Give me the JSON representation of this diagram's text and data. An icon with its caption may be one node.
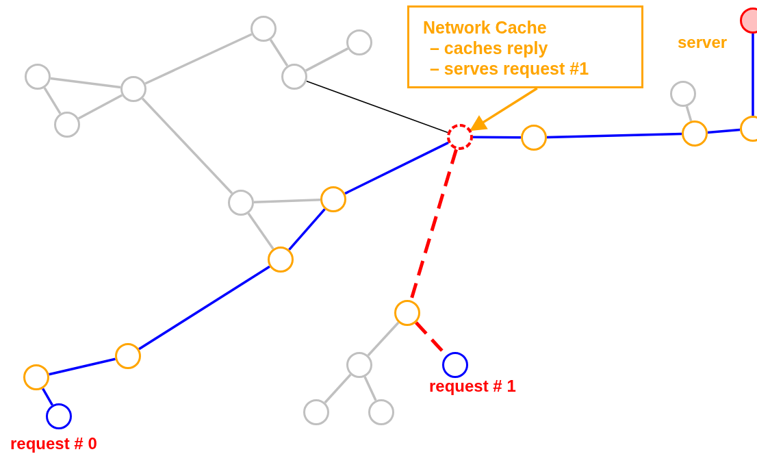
{
  "diagram": {
    "nodes": [
      {
        "text": [
          "Network Cache",
          "– caches reply",
          "– serves request #1"
        ]
      },
      {
        "text": [],
        "shape": "circle",
        "beside": [
          "server"
        ]
      },
      {
        "text": [],
        "shape": "circle"
      },
      {
        "text": [],
        "shape": "circle"
      },
      {
        "text": [],
        "shape": "circle"
      },
      {
        "text": [],
        "shape": "circle"
      },
      {
        "text": [],
        "shape": "circle"
      },
      {
        "text": [],
        "shape": "circle"
      },
      {
        "text": [],
        "shape": "circle"
      },
      {
        "text": [],
        "shape": "circle"
      },
      {
        "text": [],
        "shape": "circle"
      },
      {
        "text": [],
        "shape": "circle"
      },
      {
        "text": [],
        "shape": "circle"
      },
      {
        "text": [],
        "shape": "circle"
      },
      {
        "text": [],
        "shape": "circle"
      },
      {
        "text": [],
        "shape": "circle"
      },
      {
        "text": [],
        "shape": "circle"
      },
      {
        "text": [],
        "shape": "circle"
      },
      {
        "text": [],
        "shape": "circle"
      },
      {
        "text": [],
        "shape": "circle",
        "beside": [
          "request # 1"
        ]
      },
      {
        "text": [],
        "shape": "circle"
      },
      {
        "text": [],
        "shape": "circle",
        "beside": [
          "request # 0"
        ]
      },
      {
        "text": [],
        "shape": "circle"
      },
      {
        "text": [],
        "shape": "circle"
      }
    ],
    "edges": [
      {
        "from": 6,
        "to": 2,
        "arrow": "none"
      },
      {
        "from": 2,
        "to": 4,
        "arrow": "none"
      },
      {
        "from": 4,
        "to": 3,
        "arrow": "none"
      },
      {
        "from": 5,
        "to": 6,
        "arrow": "none"
      },
      {
        "from": 5,
        "to": 8,
        "arrow": "none"
      },
      {
        "from": 8,
        "to": 6,
        "arrow": "none"
      },
      {
        "from": 6,
        "to": 14,
        "arrow": "none"
      },
      {
        "from": 14,
        "to": 13,
        "arrow": "none"
      },
      {
        "from": 14,
        "to": 15,
        "arrow": "none"
      },
      {
        "from": 16,
        "to": 18,
        "arrow": "none"
      },
      {
        "from": 18,
        "to": 22,
        "arrow": "none"
      },
      {
        "from": 18,
        "to": 23,
        "arrow": "none"
      },
      {
        "from": 7,
        "to": 10,
        "arrow": "none"
      },
      {
        "from": 4,
        "to": 11,
        "arrow": "none",
        "color": "#000000"
      },
      {
        "from": 21,
        "to": 20,
        "arrow": "none",
        "color": "#0000ff"
      },
      {
        "from": 20,
        "to": 17,
        "arrow": "none",
        "color": "#0000ff"
      },
      {
        "from": 17,
        "to": 15,
        "arrow": "none",
        "color": "#0000ff"
      },
      {
        "from": 15,
        "to": 13,
        "arrow": "none",
        "color": "#0000ff"
      },
      {
        "from": 13,
        "to": 11,
        "arrow": "none",
        "color": "#0000ff"
      },
      {
        "from": 11,
        "to": 12,
        "arrow": "none",
        "color": "#0000ff"
      },
      {
        "from": 12,
        "to": 10,
        "arrow": "none",
        "color": "#0000ff"
      },
      {
        "from": 10,
        "to": 9,
        "arrow": "none",
        "color": "#0000ff"
      },
      {
        "from": 9,
        "to": 1,
        "arrow": "none",
        "color": "#0000ff"
      },
      {
        "from": 11,
        "to": 16,
        "arrow": "none",
        "style": "dashed",
        "color": "#ff0000"
      },
      {
        "from": 16,
        "to": 19,
        "arrow": "none",
        "style": "dashed",
        "color": "#ff0000"
      },
      {
        "from": 0,
        "to": 11,
        "arrow": "to",
        "color": "#ffa500"
      }
    ]
  }
}
